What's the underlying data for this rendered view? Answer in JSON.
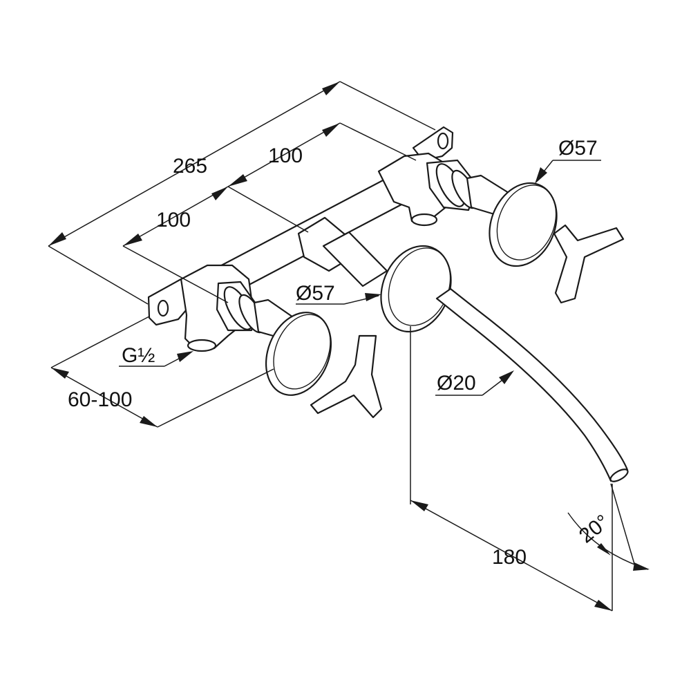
{
  "dimensions": {
    "overall_width": "265",
    "valve_spacing_right": "100",
    "valve_spacing_left": "100",
    "handle_diameter_right": "Ø57",
    "rosette_diameter_center": "Ø57",
    "thread_size": "G½",
    "wall_depth": "60-100",
    "spout_diameter": "Ø20",
    "spout_projection": "180",
    "outlet_angle": "20°"
  },
  "colors": {
    "line": "#1a1a1a",
    "background": "#ffffff"
  }
}
